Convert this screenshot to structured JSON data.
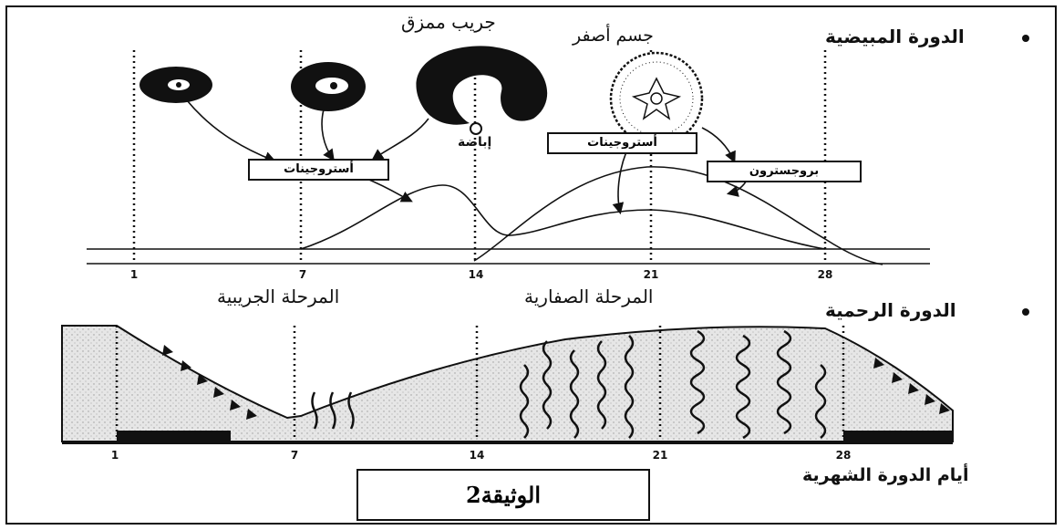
{
  "ovarian": {
    "title": "الدورة المبيضية",
    "corpus_luteum": "جسم أصفر",
    "mature_follicle": "جريب ممزق",
    "ovulation": "إباضة",
    "estrogen_left": "أستروجينات",
    "estrogen_right": "أستروجينات",
    "progesterone": "بروجسترون"
  },
  "phases": {
    "follicular": "المرحلة الجريبية",
    "luteal": "المرحلة الصفارية"
  },
  "uterine": {
    "title": "الدورة الرحمية"
  },
  "axis": {
    "ticks_top": [
      "1",
      "7",
      "14",
      "21",
      "28"
    ],
    "ticks_bottom": [
      "1",
      "7",
      "14",
      "21",
      "28"
    ],
    "label": "أيام الدورة الشهرية"
  },
  "document_label": "الوثيقة2"
}
